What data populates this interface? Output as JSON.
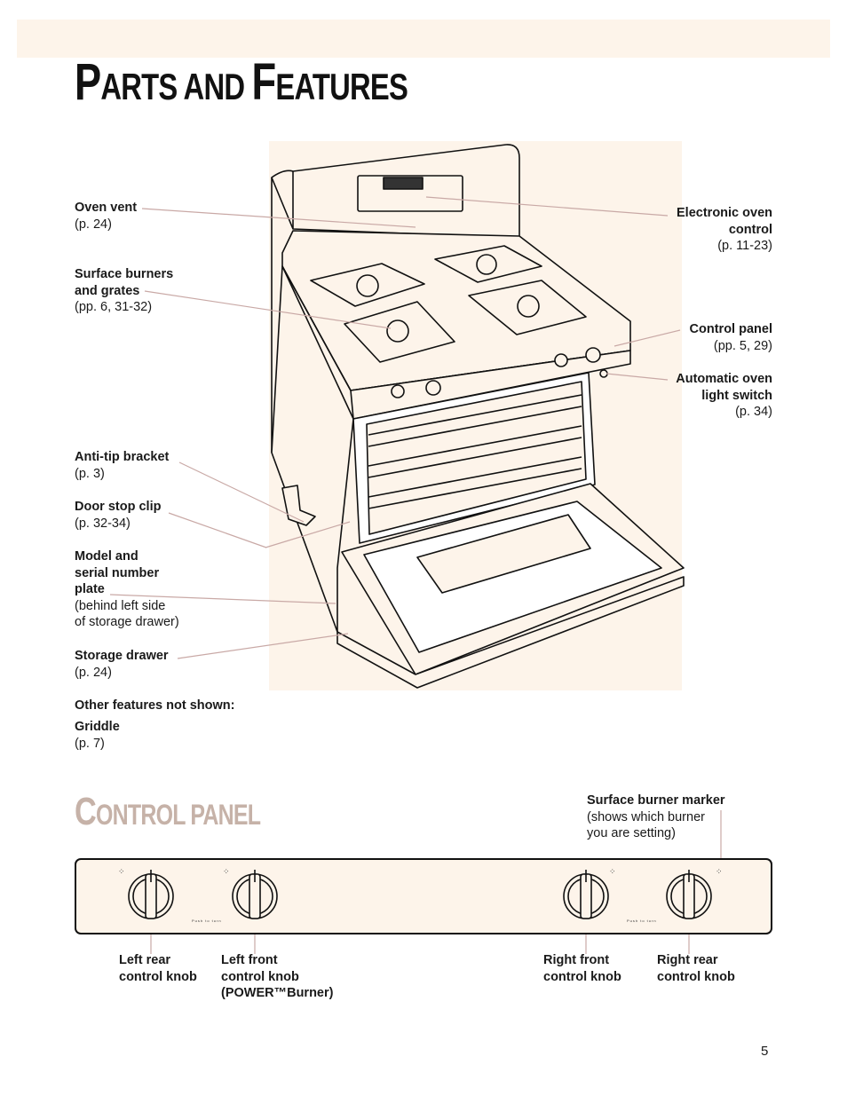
{
  "page": {
    "title_letter1": "P",
    "title_rest1": "ARTS AND ",
    "title_letter2": "F",
    "title_rest2": "EATURES",
    "section_letter1": "C",
    "section_rest": "ONTROL PANEL",
    "page_number": "5"
  },
  "callouts": {
    "oven_vent": {
      "name": "Oven vent",
      "ref": "(p. 24)"
    },
    "surface_burners": {
      "name1": "Surface burners",
      "name2": "and grates",
      "ref": "(pp. 6, 31-32)"
    },
    "anti_tip": {
      "name": "Anti-tip bracket",
      "ref": "(p. 3)"
    },
    "door_stop": {
      "name": "Door stop clip",
      "ref": "(p. 32-34)"
    },
    "model_serial": {
      "name1": "Model and",
      "name2": "serial number",
      "name3": "plate",
      "ref1": "(behind left side",
      "ref2": "of storage drawer)"
    },
    "storage_drawer": {
      "name": "Storage drawer",
      "ref": "(p. 24)"
    },
    "other_features": {
      "heading": "Other features not shown:"
    },
    "griddle": {
      "name": "Griddle",
      "ref": "(p. 7)"
    },
    "electronic_control": {
      "name1": "Electronic oven",
      "name2": "control",
      "ref": "(p. 11-23)"
    },
    "control_panel": {
      "name": "Control panel",
      "ref": "(pp. 5, 29)"
    },
    "light_switch": {
      "name1": "Automatic oven",
      "name2": "light switch",
      "ref": "(p. 34)"
    }
  },
  "control_panel": {
    "marker": {
      "name": "Surface burner marker",
      "ref1": "(shows which burner",
      "ref2": "you are setting)"
    },
    "knobs": [
      {
        "line1": "Left rear",
        "line2": "control knob",
        "line3": ""
      },
      {
        "line1": "Left front",
        "line2": "control knob",
        "line3": "(POWER™Burner)"
      },
      {
        "line1": "Right front",
        "line2": "control knob",
        "line3": ""
      },
      {
        "line1": "Right rear",
        "line2": "control knob",
        "line3": ""
      }
    ],
    "marker_glyph": "⁘",
    "knob_text": "Push to turn"
  },
  "colors": {
    "accent_bg": "#fdf4ea",
    "leader": "#c9a9a6",
    "section_title": "#c6b2a8"
  }
}
